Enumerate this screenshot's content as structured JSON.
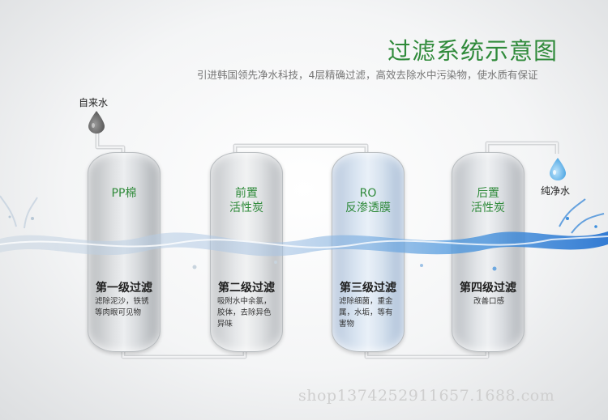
{
  "header": {
    "title": "过滤系统示意图",
    "subtitle": "引进韩国领先净水科技，4层精确过滤，高效去除水中污染物，使水质有保证"
  },
  "inlet": {
    "label": "自来水",
    "icon": "tap-water-drop-icon",
    "color": "#6e6e6e"
  },
  "outlet": {
    "label": "纯净水",
    "icon": "pure-water-drop-icon",
    "color": "#4aa8e6"
  },
  "filters": [
    {
      "name_lines": [
        "PP棉"
      ],
      "stage": "第一级过滤",
      "desc": "滤除泥沙，铁锈等肉眼可见物"
    },
    {
      "name_lines": [
        "前置",
        "活性炭"
      ],
      "stage": "第二级过滤",
      "desc": "吸附水中余氯，胶体，去除异色异味"
    },
    {
      "name_lines": [
        "RO",
        "反渗透膜"
      ],
      "stage": "第三级过滤",
      "desc": "滤除细菌，重金属，水垢，等有害物"
    },
    {
      "name_lines": [
        "后置",
        "活性炭"
      ],
      "stage": "第四级过滤",
      "desc": "改善口感"
    }
  ],
  "watermark": "shop1374252911657.1688.com",
  "colors": {
    "accent": "#2f8a3a",
    "water": "#3a8fd8"
  }
}
